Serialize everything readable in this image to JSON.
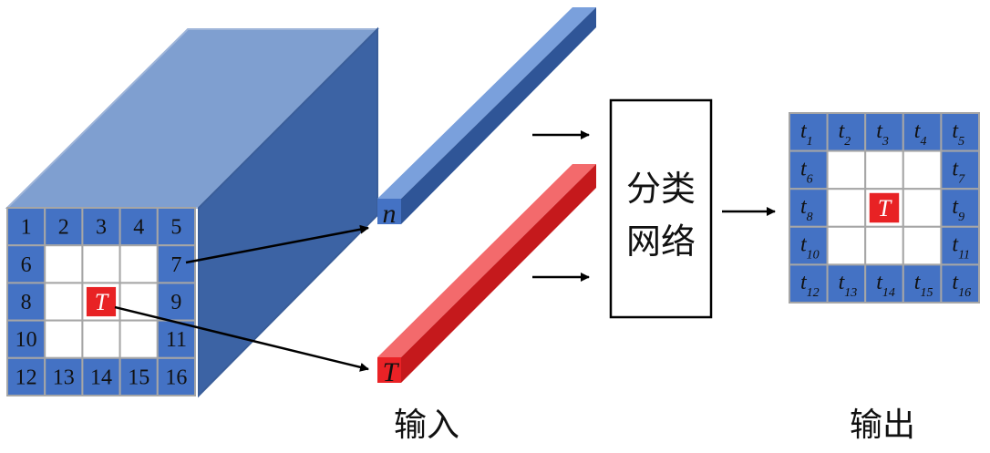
{
  "colors": {
    "cube_top": "#7f9fd0",
    "cube_side": "#3c63a4",
    "cell_blue": "#4472c4",
    "cell_white": "#ffffff",
    "cell_border": "#a6a6a6",
    "target_red": "#e82224",
    "bar_blue_front": "#4472c4",
    "bar_red_front": "#ea2226",
    "arrow": "#000000"
  },
  "input_grid": {
    "border_numbers": [
      "1",
      "2",
      "3",
      "4",
      "5",
      "6",
      "7",
      "8",
      "9",
      "10",
      "11",
      "12",
      "13",
      "14",
      "15",
      "16"
    ],
    "target_label": "T"
  },
  "bars": {
    "neighbor_label": "n",
    "target_label": "T"
  },
  "classifier": {
    "line1": "分类",
    "line2": "网络"
  },
  "output_grid": {
    "letter": "t",
    "subscripts": [
      "1",
      "2",
      "3",
      "4",
      "5",
      "6",
      "7",
      "8",
      "9",
      "10",
      "11",
      "12",
      "13",
      "14",
      "15",
      "16"
    ],
    "target_label": "T"
  },
  "captions": {
    "input": "输入",
    "output": "输出"
  },
  "icons": [
    "arrow-right-icon"
  ]
}
